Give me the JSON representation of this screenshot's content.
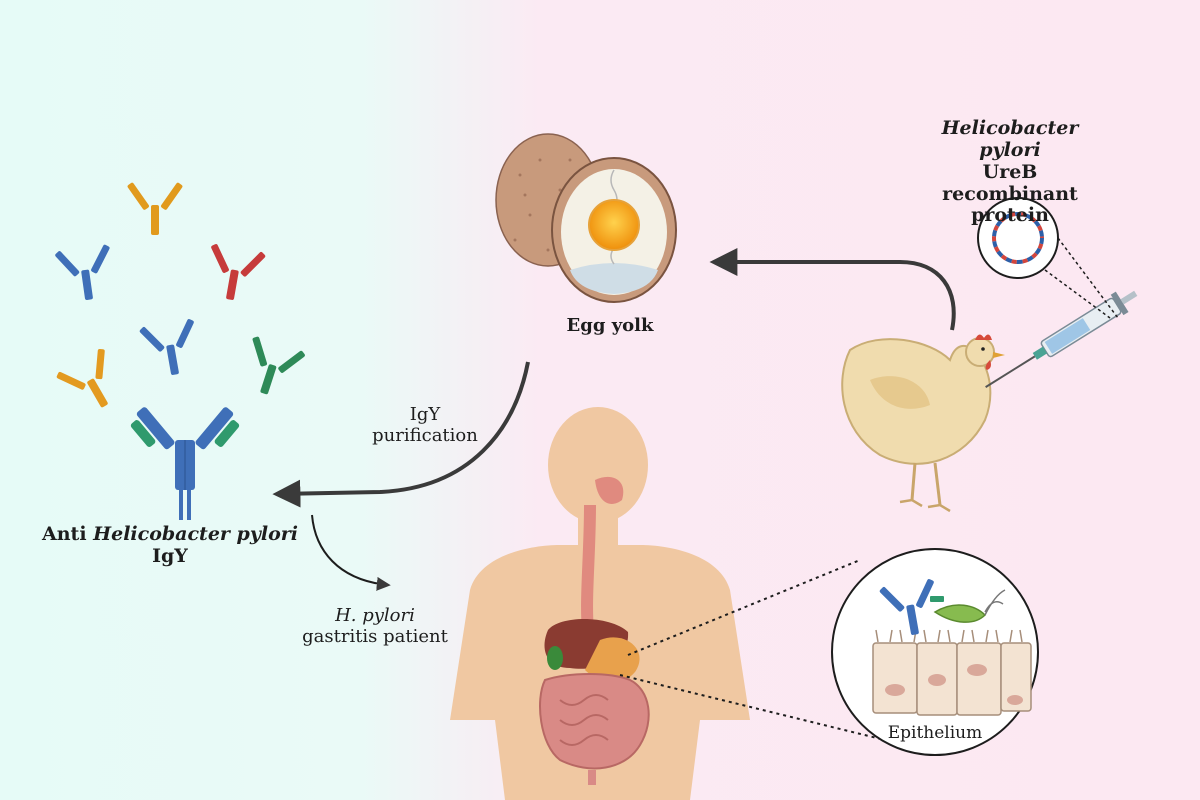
{
  "labels": {
    "antigen": {
      "line1": "Helicobacter pylori",
      "line2": "UreB recombinant",
      "line3": "protein"
    },
    "egg_yolk": "Egg yolk",
    "purification": {
      "line1": "IgY",
      "line2": "purification"
    },
    "igy": {
      "prefix": "Anti",
      "organism": "Helicobacter pylori",
      "suffix": "IgY"
    },
    "patient": {
      "line1": "H. pylori",
      "line2": "gastritis patient"
    },
    "epithelium": "Epithelium"
  },
  "colors": {
    "arrow": "#3a3a3a",
    "antibody_blue": "#3f6fb8",
    "yolk": "#f4a21a",
    "chicken": "#f0dcae",
    "skin": "#f0c8a2",
    "intestine": "#d98a86"
  }
}
